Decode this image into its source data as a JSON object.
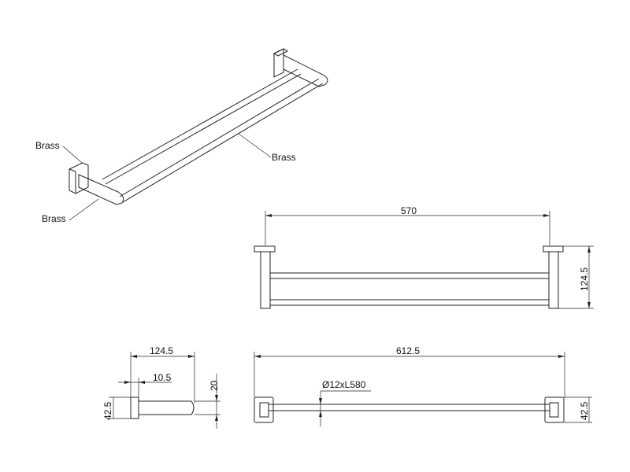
{
  "title": "Double towel bar technical drawing",
  "callouts": {
    "flange": "Brass",
    "arm": "Brass",
    "bar": "Brass"
  },
  "front_view": {
    "width": "570",
    "height": "124.5"
  },
  "side_view": {
    "depth": "124.5",
    "plate": "10.5",
    "arm_height": "20",
    "plate_height": "42.5"
  },
  "top_view": {
    "overall": "612.5",
    "tube": "Ø12xL580",
    "plate_height": "42.5"
  }
}
